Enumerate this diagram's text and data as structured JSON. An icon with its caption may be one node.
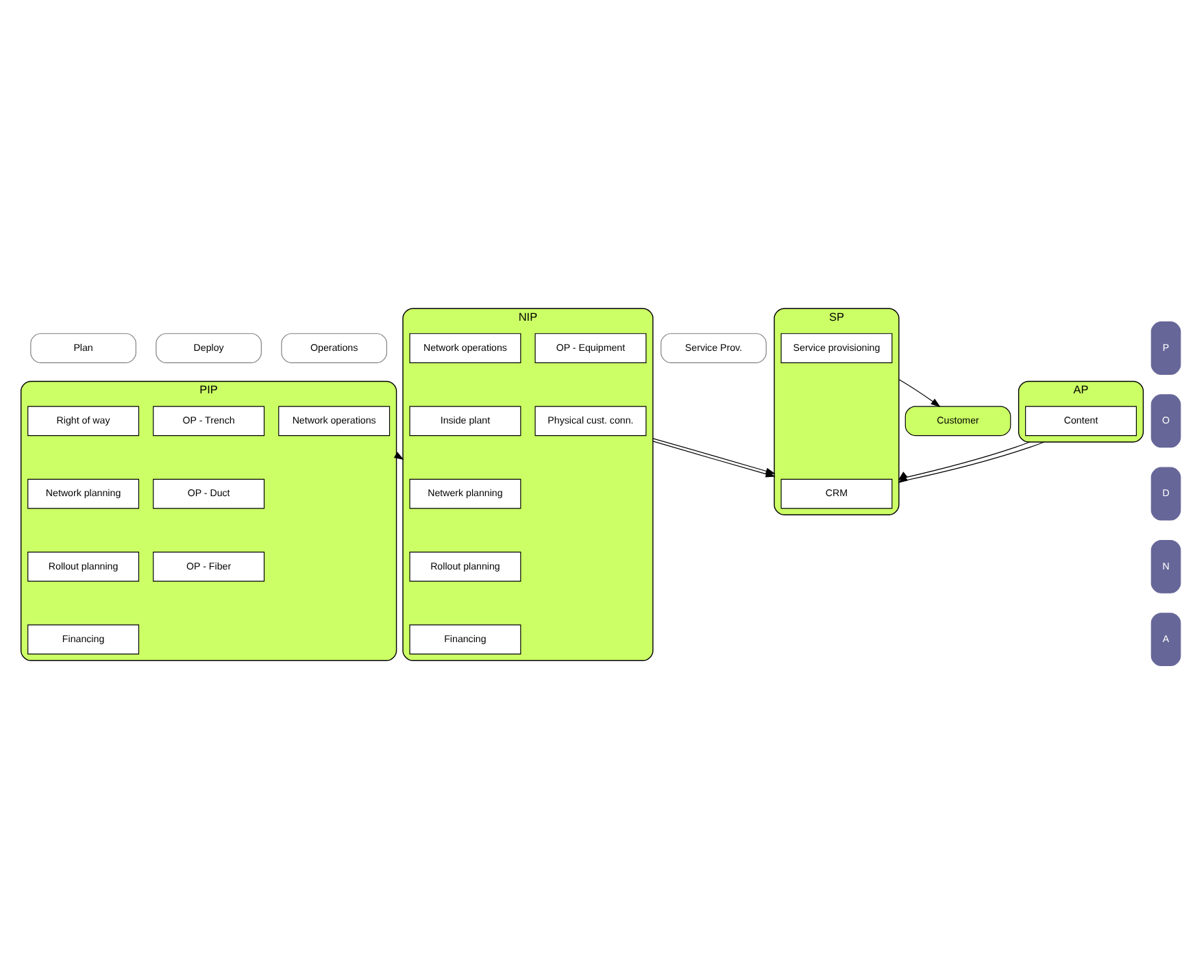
{
  "diagram": {
    "nodes": [
      {
        "text": [
          "Plan"
        ]
      },
      {
        "text": [
          "Deploy"
        ]
      },
      {
        "text": [
          "Operations"
        ]
      },
      {
        "text": [
          "Service Prov."
        ]
      },
      {
        "text": [
          "PIP"
        ]
      },
      {
        "text": [
          "Right of way"
        ],
        "in": 4
      },
      {
        "text": [
          "Network planning"
        ],
        "in": 4
      },
      {
        "text": [
          "Rollout planning"
        ],
        "in": 4
      },
      {
        "text": [
          "Financing"
        ],
        "in": 4
      },
      {
        "text": [
          "OP - Trench"
        ],
        "in": 4
      },
      {
        "text": [
          "OP - Duct"
        ],
        "in": 4
      },
      {
        "text": [
          "OP - Fiber"
        ],
        "in": 4
      },
      {
        "text": [
          "Network operations"
        ],
        "in": 4
      },
      {
        "text": [
          "NIP"
        ]
      },
      {
        "text": [
          "Netwerk planning"
        ],
        "in": 13
      },
      {
        "text": [
          "Rollout planning"
        ],
        "in": 13
      },
      {
        "text": [
          "Financing"
        ],
        "in": 13
      },
      {
        "text": [
          "OP - Equipment"
        ],
        "in": 13
      },
      {
        "text": [
          "Inside plant"
        ],
        "in": 13
      },
      {
        "text": [
          "Network operations"
        ],
        "in": 13
      },
      {
        "text": [
          "Physical cust. conn."
        ],
        "in": 13
      },
      {
        "text": [
          "SP"
        ]
      },
      {
        "text": [
          "CRM"
        ],
        "in": 21
      },
      {
        "text": [
          "Service provisioning"
        ],
        "in": 21
      },
      {
        "text": [
          "AP"
        ]
      },
      {
        "text": [
          "Content"
        ],
        "in": 24
      },
      {
        "text": [
          "Customer"
        ]
      },
      {
        "text": [
          "P"
        ]
      },
      {
        "text": [
          "O"
        ]
      },
      {
        "text": [
          "D"
        ]
      },
      {
        "text": [
          "N"
        ]
      },
      {
        "text": [
          "A"
        ]
      }
    ],
    "edges": [
      {
        "from": 4,
        "to": 13,
        "arrow": "to"
      },
      {
        "from": 13,
        "to": 21,
        "arrow": "to"
      },
      {
        "from": 13,
        "to": 21,
        "arrow": "to"
      },
      {
        "from": 21,
        "to": 26,
        "arrow": "to"
      },
      {
        "from": 24,
        "to": 21,
        "arrow": "to"
      },
      {
        "from": 24,
        "to": 21,
        "arrow": "to"
      }
    ]
  }
}
